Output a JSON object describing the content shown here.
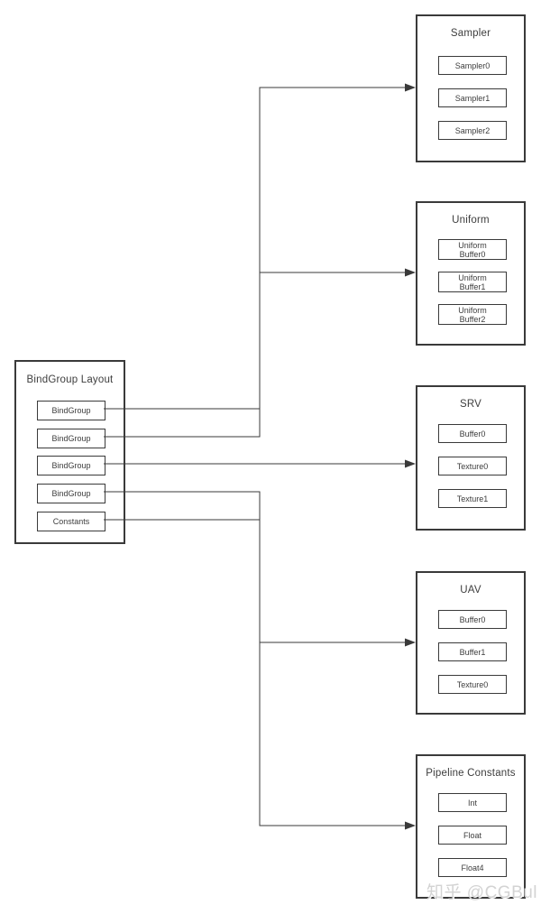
{
  "layout_box": {
    "title": "BindGroup Layout",
    "items": [
      "BindGroup",
      "BindGroup",
      "BindGroup",
      "BindGroup",
      "Constants"
    ]
  },
  "groups": [
    {
      "title": "Sampler",
      "items": [
        "Sampler0",
        "Sampler1",
        "Sampler2"
      ]
    },
    {
      "title": "Uniform",
      "items": [
        "Uniform\nBuffer0",
        "Uniform\nBuffer1",
        "Uniform\nBuffer2"
      ]
    },
    {
      "title": "SRV",
      "items": [
        "Buffer0",
        "Texture0",
        "Texture1"
      ]
    },
    {
      "title": "UAV",
      "items": [
        "Buffer0",
        "Buffer1",
        "Texture0"
      ]
    },
    {
      "title": "Pipeline Constants",
      "items": [
        "Int",
        "Float",
        "Float4"
      ]
    }
  ],
  "connections": [
    {
      "from": "BindGroup (slot 0)",
      "to": "Sampler"
    },
    {
      "from": "BindGroup (slot 1)",
      "to": "Uniform"
    },
    {
      "from": "BindGroup (slot 2)",
      "to": "SRV"
    },
    {
      "from": "BindGroup (slot 3)",
      "to": "UAV"
    },
    {
      "from": "Constants",
      "to": "Pipeline Constants"
    }
  ],
  "watermark": "知乎 @CGBul",
  "colors": {
    "line": "#3a3a3a",
    "text": "#3d3d3d",
    "background": "#ffffff",
    "watermark": "#d3d3d3"
  }
}
